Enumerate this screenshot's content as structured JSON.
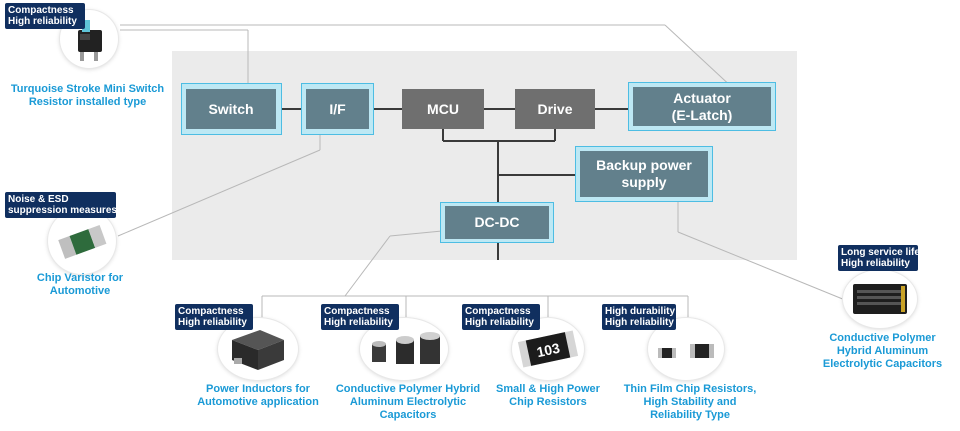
{
  "blocks": {
    "switch": "Switch",
    "interface": "I/F",
    "mcu": "MCU",
    "drive": "Drive",
    "actuator": [
      "Actuator",
      "(E-Latch)"
    ],
    "backup": [
      "Backup power",
      "supply"
    ],
    "dcdc": "DC-DC"
  },
  "products": {
    "mini_switch": {
      "badge": [
        "Compactness",
        "High reliability"
      ],
      "caption": [
        "Turquoise Stroke Mini Switch",
        "Resistor installed type"
      ]
    },
    "chip_varistor": {
      "badge": [
        "Noise & ESD",
        "suppression measures"
      ],
      "caption": [
        "Chip Varistor for",
        "Automotive"
      ]
    },
    "power_inductors": {
      "badge": [
        "Compactness",
        "High reliability"
      ],
      "caption": [
        "Power Inductors for",
        "Automotive application"
      ]
    },
    "polymer_caps_mid": {
      "badge": [
        "Compactness",
        "High reliability"
      ],
      "caption": [
        "Conductive Polymer Hybrid",
        "Aluminum Electrolytic",
        "Capacitors"
      ]
    },
    "chip_resistors": {
      "badge": [
        "Compactness",
        "High reliability"
      ],
      "caption": [
        "Small & High Power",
        "Chip Resistors"
      ],
      "chip_marking": "103"
    },
    "thin_film": {
      "badge": [
        "High durability",
        "High reliability"
      ],
      "caption": [
        "Thin Film Chip Resistors,",
        "High Stability and",
        "Reliability Type"
      ]
    },
    "polymer_caps_right": {
      "badge": [
        "Long service life",
        "High reliability"
      ],
      "caption": [
        "Conductive Polymer",
        "Hybrid Aluminum",
        "Electrolytic Capacitors"
      ]
    }
  },
  "colors": {
    "panel": "#ebebeb",
    "block_teal": "#62808c",
    "block_gray": "#6f6f6f",
    "highlight": "#bde8f4",
    "highlight_border": "#4dbde3",
    "badge": "#102f5f",
    "caption": "#1a9ad6"
  }
}
